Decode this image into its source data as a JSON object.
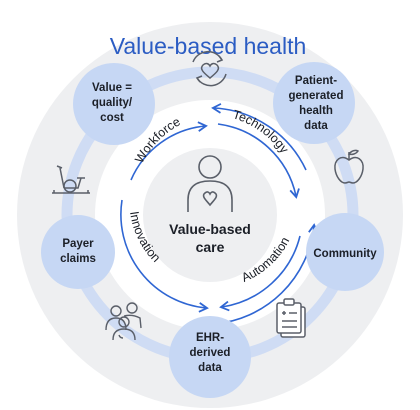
{
  "title": "Value-based health",
  "center": {
    "label_line1": "Value-based",
    "label_line2": "care"
  },
  "ring_labels": {
    "workforce": "Workforce",
    "technology": "Technology",
    "innovation": "Innovation",
    "automation": "Automation"
  },
  "nodes": {
    "value_quality_cost": [
      "Value =",
      "quality/",
      "cost"
    ],
    "patient_generated": [
      "Patient-",
      "generated",
      "health",
      "data"
    ],
    "community": [
      "Community"
    ],
    "ehr_derived": [
      "EHR-",
      "derived",
      "data"
    ],
    "payer_claims": [
      "Payer",
      "claims"
    ]
  },
  "colors": {
    "outer_disc": "#eeeff1",
    "track": "#cfdcf4",
    "node": "#c6d7f4",
    "title": "#2b5cc3",
    "arrow": "#2f66d3",
    "icon_gray": "#5a5f69",
    "text": "#1b1f27"
  },
  "icons": [
    "heart-cycle-icon",
    "apple-icon",
    "clipboard-icon",
    "group-icon",
    "exercise-bike-icon",
    "person-heart-icon"
  ]
}
